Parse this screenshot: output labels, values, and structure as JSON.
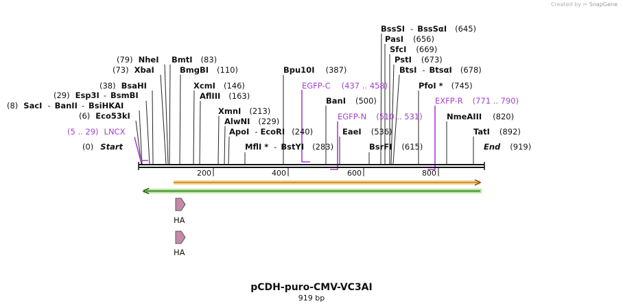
{
  "credit": {
    "prefix": "Created by",
    "brand": "SnapGene"
  },
  "map": {
    "name": "pCDH-puro-CMV-VC3AI",
    "length_label": "919 bp",
    "length": 919,
    "ticks": [
      "200",
      "400",
      "600",
      "800"
    ],
    "start": {
      "pos": "(0)",
      "name": "Start"
    },
    "end": {
      "name": "End",
      "pos": "(919)"
    }
  },
  "sites": [
    {
      "id": "sacI",
      "pos": "(8)",
      "name": "SacI",
      "sep": "-",
      "name2": "BanII",
      "sep2": "-",
      "name3": "BsiHKAI",
      "bp": 8
    },
    {
      "id": "eco53ki",
      "pos": "(6)",
      "name": "Eco53kI",
      "bp": 6
    },
    {
      "id": "esp3i",
      "pos": "(29)",
      "name": "Esp3I",
      "sep": "-",
      "name2": "BsmBI",
      "bp": 29
    },
    {
      "id": "bsahi",
      "pos": "(38)",
      "name": "BsaHI",
      "bp": 38
    },
    {
      "id": "xbai",
      "pos": "(73)",
      "name": "XbaI",
      "bp": 73
    },
    {
      "id": "nhei",
      "pos": "(79)",
      "name": "NheI",
      "bp": 79
    },
    {
      "id": "bmti",
      "name": "BmtI",
      "pos": "(83)",
      "bp": 83
    },
    {
      "id": "bmgbi",
      "name": "BmgBI",
      "pos": "(110)",
      "bp": 110
    },
    {
      "id": "xcmi",
      "name": "XcmI",
      "pos": "(146)",
      "bp": 146
    },
    {
      "id": "afliii",
      "name": "AflIII",
      "pos": "(163)",
      "bp": 163
    },
    {
      "id": "xmni",
      "name": "XmnI",
      "pos": "(213)",
      "bp": 213
    },
    {
      "id": "alwni",
      "name": "AlwNI",
      "pos": "(229)",
      "bp": 229
    },
    {
      "id": "apoi",
      "name": "ApoI",
      "sep": "-",
      "name2": "EcoRI",
      "pos": "(240)",
      "bp": 240
    },
    {
      "id": "mfli",
      "name": "MflI *",
      "sep": "-",
      "name2": "BstYI",
      "pos": "(283)",
      "bp": 283
    },
    {
      "id": "bpu10i",
      "name": "Bpu10I",
      "pos": "(387)",
      "bp": 387
    },
    {
      "id": "bani",
      "name": "BanI",
      "pos": "(500)",
      "bp": 500
    },
    {
      "id": "eaei",
      "name": "EaeI",
      "pos": "(536)",
      "bp": 536
    },
    {
      "id": "bsrfi",
      "name": "BsrFI",
      "pos": "(615)",
      "bp": 615
    },
    {
      "id": "bsssi",
      "name": "BssSI",
      "sep": "-",
      "name2": "BssSαI",
      "pos": "(645)",
      "bp": 645
    },
    {
      "id": "pasi",
      "name": "PasI",
      "pos": "(656)",
      "bp": 656
    },
    {
      "id": "sfci",
      "name": "SfcI",
      "pos": "(669)",
      "bp": 669
    },
    {
      "id": "psti",
      "name": "PstI",
      "pos": "(673)",
      "bp": 673
    },
    {
      "id": "btsi",
      "name": "BtsI",
      "sep": "-",
      "name2": "BtsαI",
      "pos": "(678)",
      "bp": 678
    },
    {
      "id": "pfoi",
      "name": "PfoI *",
      "pos": "(745)",
      "bp": 745
    },
    {
      "id": "nmeaiii",
      "name": "NmeAIII",
      "pos": "(820)",
      "bp": 820
    },
    {
      "id": "tati",
      "name": "TatI",
      "pos": "(892)",
      "bp": 892
    }
  ],
  "primers": [
    {
      "id": "lncx",
      "range": "(5 .. 29)",
      "name": "LNCX",
      "start": 5,
      "end": 29
    },
    {
      "id": "egfp-c",
      "name": "EGFP-C",
      "range": "(437 .. 458)",
      "start": 437,
      "end": 458
    },
    {
      "id": "egfp-n",
      "name": "EGFP-N",
      "range": "(510 .. 531)",
      "start": 510,
      "end": 531
    },
    {
      "id": "exfp-r",
      "name": "EXFP-R",
      "range": "(771 .. 790)",
      "start": 771,
      "end": 790
    }
  ],
  "features": [
    {
      "id": "orange",
      "color": "#e8a24a",
      "start": 93,
      "end": 918,
      "dir": "forward"
    },
    {
      "id": "green",
      "color": "#7ed46a",
      "start": 10,
      "end": 918,
      "dir": "reverse"
    }
  ],
  "tags": [
    {
      "id": "ha-1",
      "label": "HA",
      "bp": 110,
      "color": "#c48aa8"
    },
    {
      "id": "ha-2",
      "label": "HA",
      "bp": 110,
      "color": "#c48aa8"
    }
  ]
}
